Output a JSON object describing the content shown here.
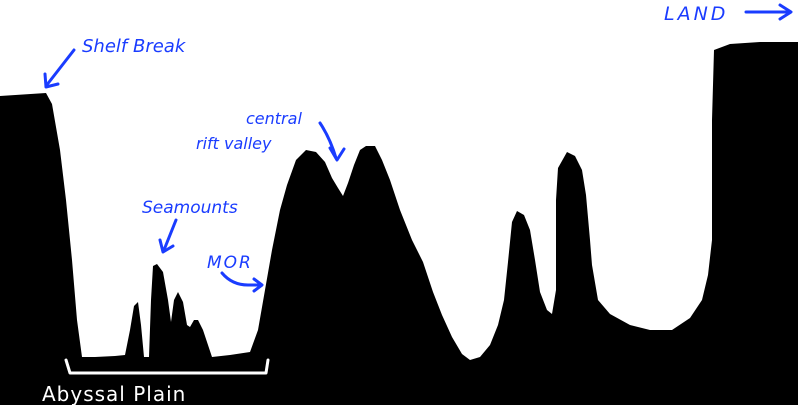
{
  "labels": {
    "land": "LAND",
    "shelf_break": "Shelf Break",
    "central_rift_line1": "central",
    "central_rift_line2": "rift valley",
    "seamounts": "Seamounts",
    "mor": "MOR",
    "abyssal_plain": "Abyssal Plain"
  },
  "colors": {
    "annotation": "#1a3cff",
    "seafloor": "#000000",
    "background": "#ffffff"
  }
}
